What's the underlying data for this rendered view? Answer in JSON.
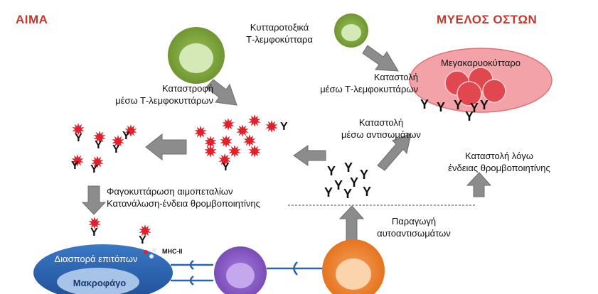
{
  "regions": {
    "blood": "ΑΙΜΑ",
    "bone_marrow": "ΜΥΕΛΟΣ ΟΣΤΩΝ"
  },
  "labels": {
    "cytotoxic_line1": "Κυτταροτοξικά",
    "cytotoxic_line2": "Τ-λεμφοκύτταρα",
    "megakaryocyte": "Μεγακαρυοκύτταρο",
    "destruction_line1": "Καταστροφή",
    "destruction_line2": "μέσω Τ-λεμφοκυττάρων",
    "suppression_t_line1": "Καταστολή",
    "suppression_t_line2": "μέσω Τ-λεμφοκυττάρων",
    "suppression_ab_line1": "Καταστολή",
    "suppression_ab_line2": "μέσω αντισωμάτων",
    "suppression_tpo_line1": "Καταστολή λόγω",
    "suppression_tpo_line2": "ένδειας θρομβοποιητίνης",
    "phago_line1": "Φαγοκυττάρωση αιμοπεταλίων",
    "phago_line2": "Κατανάλωση-ένδεια θρομβοποιητίνης",
    "production_line1": "Παραγωγή",
    "production_line2": "αυτοαντισωμάτων",
    "epitope_spread": "Διασπορά επιτόπων",
    "macrophage": "Μακροφάγο",
    "mhc": "MHC-II",
    "antibody_glyph": "Y"
  },
  "colors": {
    "title_red": "#c0392b",
    "t_cell_outer": "#7aa23a",
    "t_cell_inner": "#d3e7b4",
    "marrow_fill": "#f2a0a4",
    "megakaryocyte_fill": "#e0464d",
    "platelet_red": "#e0202a",
    "arrow_gray": "#8c8c8c",
    "macrophage_blue": "#2a64b0",
    "purple_cell": "#8c5cc8",
    "orange_cell": "#ee8434"
  }
}
